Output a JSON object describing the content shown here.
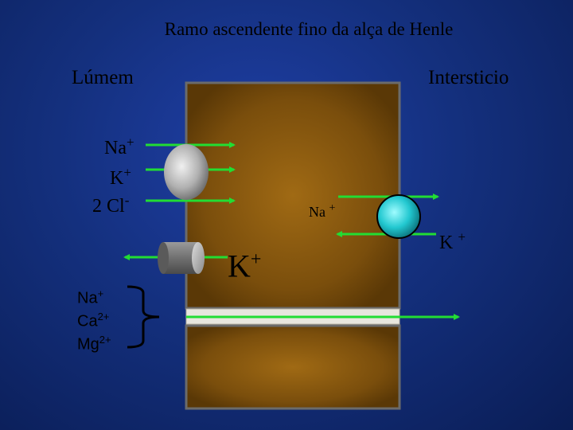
{
  "title": "Ramo ascendente fino da alça de Henle",
  "labels": {
    "lumen": "Lúmem",
    "interstitium": "Intersticio"
  },
  "cotransporter_ions": [
    {
      "symbol": "Na",
      "charge": "+"
    },
    {
      "symbol": "K",
      "charge": "+"
    },
    {
      "symbol": "2 Cl",
      "charge": "-"
    }
  ],
  "pump_ions": {
    "na": {
      "symbol": "Na",
      "charge": "+"
    },
    "k": {
      "symbol": "K",
      "charge": "+"
    }
  },
  "channel_ion": {
    "symbol": "K",
    "charge": "+"
  },
  "paracellular_ions": [
    {
      "symbol": "Na",
      "charge": "+"
    },
    {
      "symbol": "Ca",
      "charge": "2+"
    },
    {
      "symbol": "Mg",
      "charge": "2+"
    }
  ],
  "colors": {
    "arrow": "#22dd33",
    "cell": "#8a5a10",
    "background": "#14307e",
    "pump": "#22d4d8"
  }
}
